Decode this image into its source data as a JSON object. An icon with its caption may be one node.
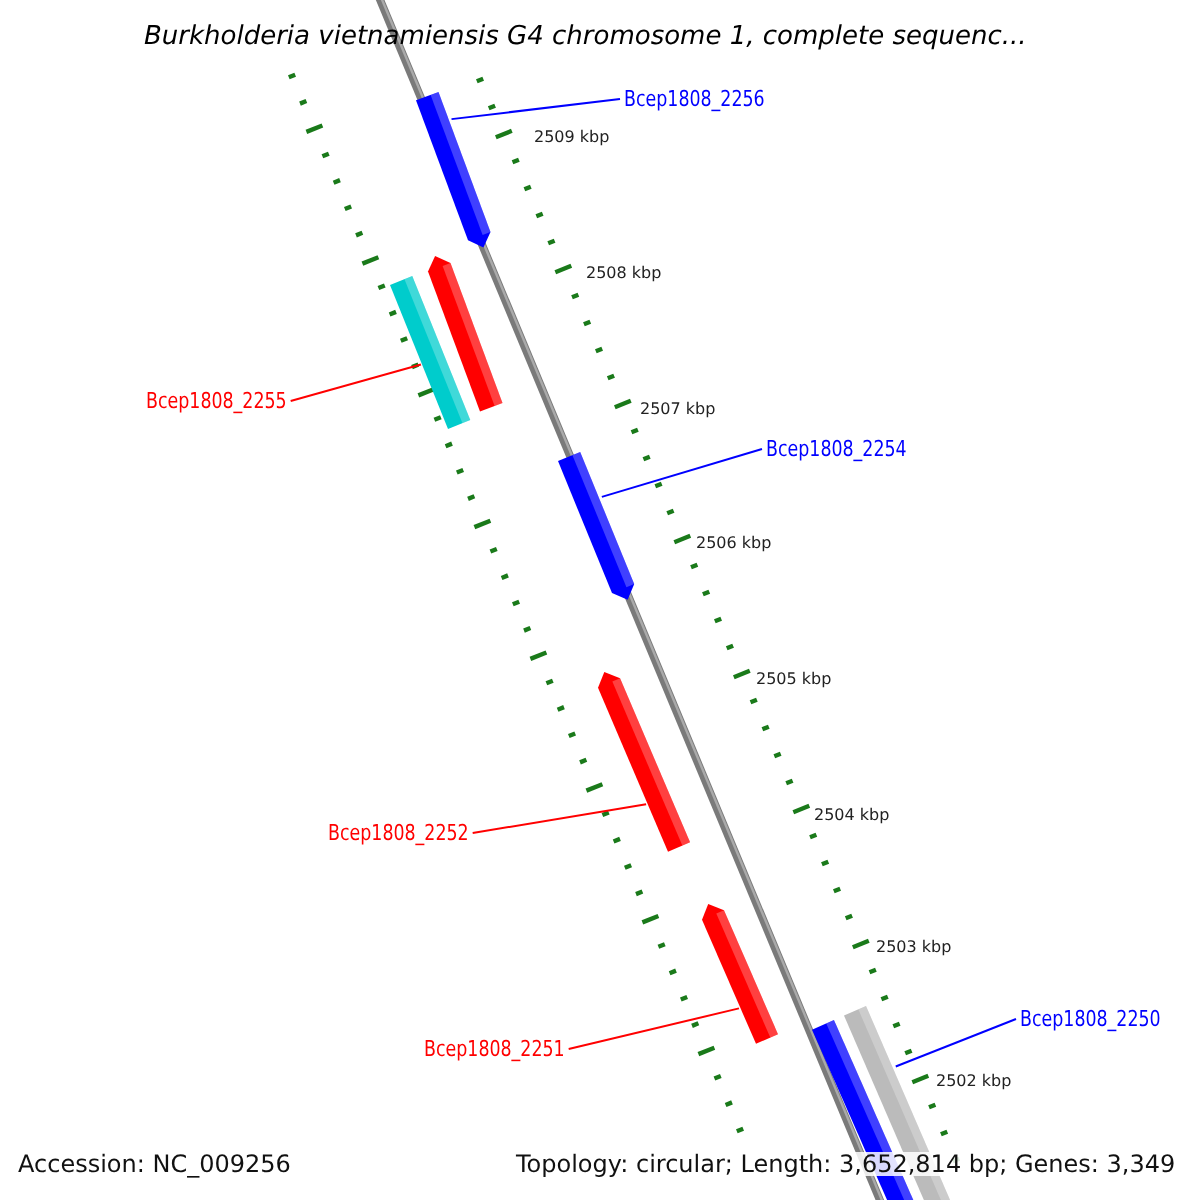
{
  "diagram": {
    "title": "Burkholderia vietnamiensis G4 chromosome 1, complete sequenc...",
    "nodes": [
      {
        "text": [
          "Bcep1808_2256"
        ]
      },
      {
        "text": [],
        "shape": "bar"
      },
      {
        "text": [
          "Bcep1808_2255"
        ]
      },
      {
        "text": [],
        "shape": "bar"
      },
      {
        "text": [
          "Bcep1808_2254"
        ]
      },
      {
        "text": [],
        "shape": "bar"
      },
      {
        "text": [
          "Bcep1808_2252"
        ]
      },
      {
        "text": [],
        "shape": "bar"
      },
      {
        "text": [
          "Bcep1808_2251"
        ]
      },
      {
        "text": [],
        "shape": "bar"
      },
      {
        "text": [
          "Bcep1808_2250"
        ]
      },
      {
        "text": [],
        "shape": "bar"
      },
      {
        "text": [],
        "shape": "bar"
      },
      {
        "text": [],
        "shape": "bar"
      }
    ],
    "edges": [
      {
        "from": 0,
        "to": 1,
        "arrow": "none",
        "color": "#0000ff"
      },
      {
        "from": 2,
        "to": 3,
        "arrow": "none",
        "color": "#ff0000"
      },
      {
        "from": 4,
        "to": 5,
        "arrow": "none",
        "color": "#0000ff"
      },
      {
        "from": 6,
        "to": 7,
        "arrow": "none",
        "color": "#ff0000"
      },
      {
        "from": 8,
        "to": 9,
        "arrow": "none",
        "color": "#ff0000"
      },
      {
        "from": 10,
        "to": 11,
        "arrow": "none",
        "color": "#0000ff"
      }
    ],
    "labels": [
      "2509 kbp",
      "2508 kbp",
      "2507 kbp",
      "2506 kbp",
      "2505 kbp",
      "2504 kbp",
      "2503 kbp",
      "2502 kbp",
      "Accession: NC_009256",
      "Topology: circular; Length: 3,652,814 bp; Genes: 3,349"
    ]
  }
}
